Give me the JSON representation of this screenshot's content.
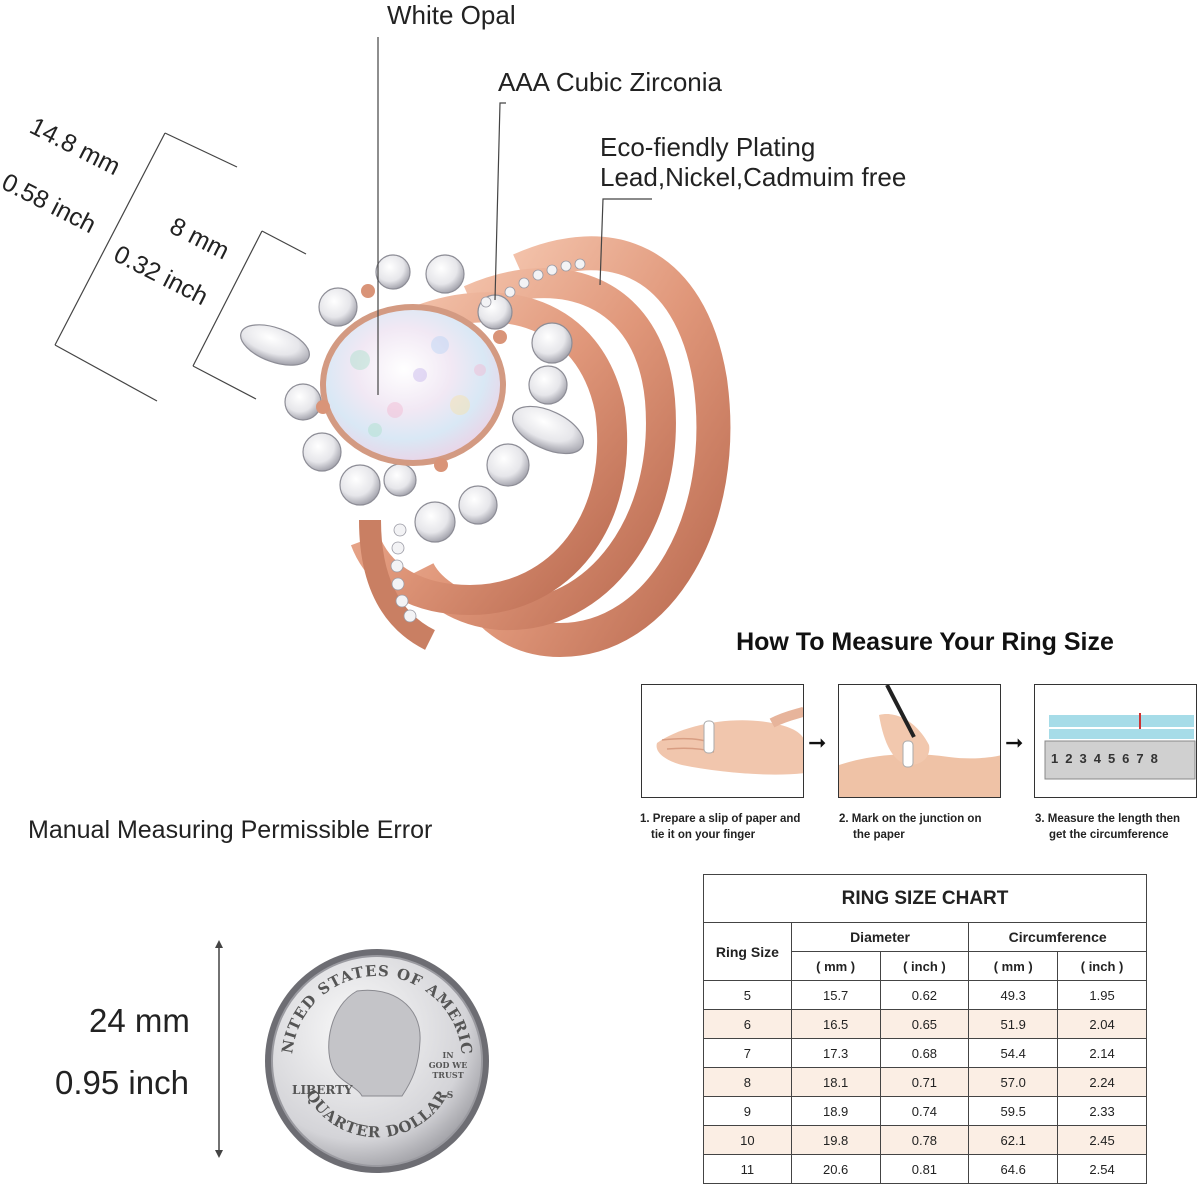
{
  "ring_callouts": {
    "opal": "White Opal",
    "zirconia": "AAA Cubic Zirconia",
    "plating_line1": "Eco-fiendly Plating",
    "plating_line2": "Lead,Nickel,Cadmuim free"
  },
  "ring_dimensions": {
    "outer_mm": "14.8 mm",
    "outer_inch": "0.58 inch",
    "inner_mm": "8 mm",
    "inner_inch": "0.32 inch"
  },
  "measure_guide": {
    "title": "How To Measure Your Ring Size",
    "steps": [
      {
        "caption_line1": "1. Prepare a slip of paper and",
        "caption_line2": "tie it on your finger"
      },
      {
        "caption_line1": "2. Mark on the junction on",
        "caption_line2": "the paper"
      },
      {
        "caption_line1": "3. Measure the length then",
        "caption_line2": "get the circumference"
      }
    ],
    "ruler_numbers": [
      "1",
      "2",
      "3",
      "4",
      "5",
      "6",
      "7",
      "8"
    ]
  },
  "error_note": "Manual Measuring Permissible Error",
  "coin": {
    "mm": "24 mm",
    "inch": "0.95 inch",
    "text_top": "UNITED STATES OF AMERICA",
    "text_bottom": "QUARTER DOLLAR",
    "liberty": "LIBERTY",
    "motto_line1": "IN",
    "motto_line2": "GOD WE",
    "motto_line3": "TRUST",
    "mint": "S"
  },
  "size_chart": {
    "title": "RING SIZE CHART",
    "col_ring_size": "Ring Size",
    "col_diameter": "Diameter",
    "col_circumference": "Circumference",
    "unit_mm": "( mm )",
    "unit_inch": "( inch )",
    "rows": [
      {
        "size": "5",
        "dia_mm": "15.7",
        "dia_in": "0.62",
        "circ_mm": "49.3",
        "circ_in": "1.95"
      },
      {
        "size": "6",
        "dia_mm": "16.5",
        "dia_in": "0.65",
        "circ_mm": "51.9",
        "circ_in": "2.04"
      },
      {
        "size": "7",
        "dia_mm": "17.3",
        "dia_in": "0.68",
        "circ_mm": "54.4",
        "circ_in": "2.14"
      },
      {
        "size": "8",
        "dia_mm": "18.1",
        "dia_in": "0.71",
        "circ_mm": "57.0",
        "circ_in": "2.24"
      },
      {
        "size": "9",
        "dia_mm": "18.9",
        "dia_in": "0.74",
        "circ_mm": "59.5",
        "circ_in": "2.33"
      },
      {
        "size": "10",
        "dia_mm": "19.8",
        "dia_in": "0.78",
        "circ_mm": "62.1",
        "circ_in": "2.45"
      },
      {
        "size": "11",
        "dia_mm": "20.6",
        "dia_in": "0.81",
        "circ_mm": "64.6",
        "circ_in": "2.54"
      }
    ]
  },
  "colors": {
    "rose_gold": "#e8a98c",
    "rose_gold_dark": "#b86f55",
    "alt_row": "#fbeee4"
  }
}
